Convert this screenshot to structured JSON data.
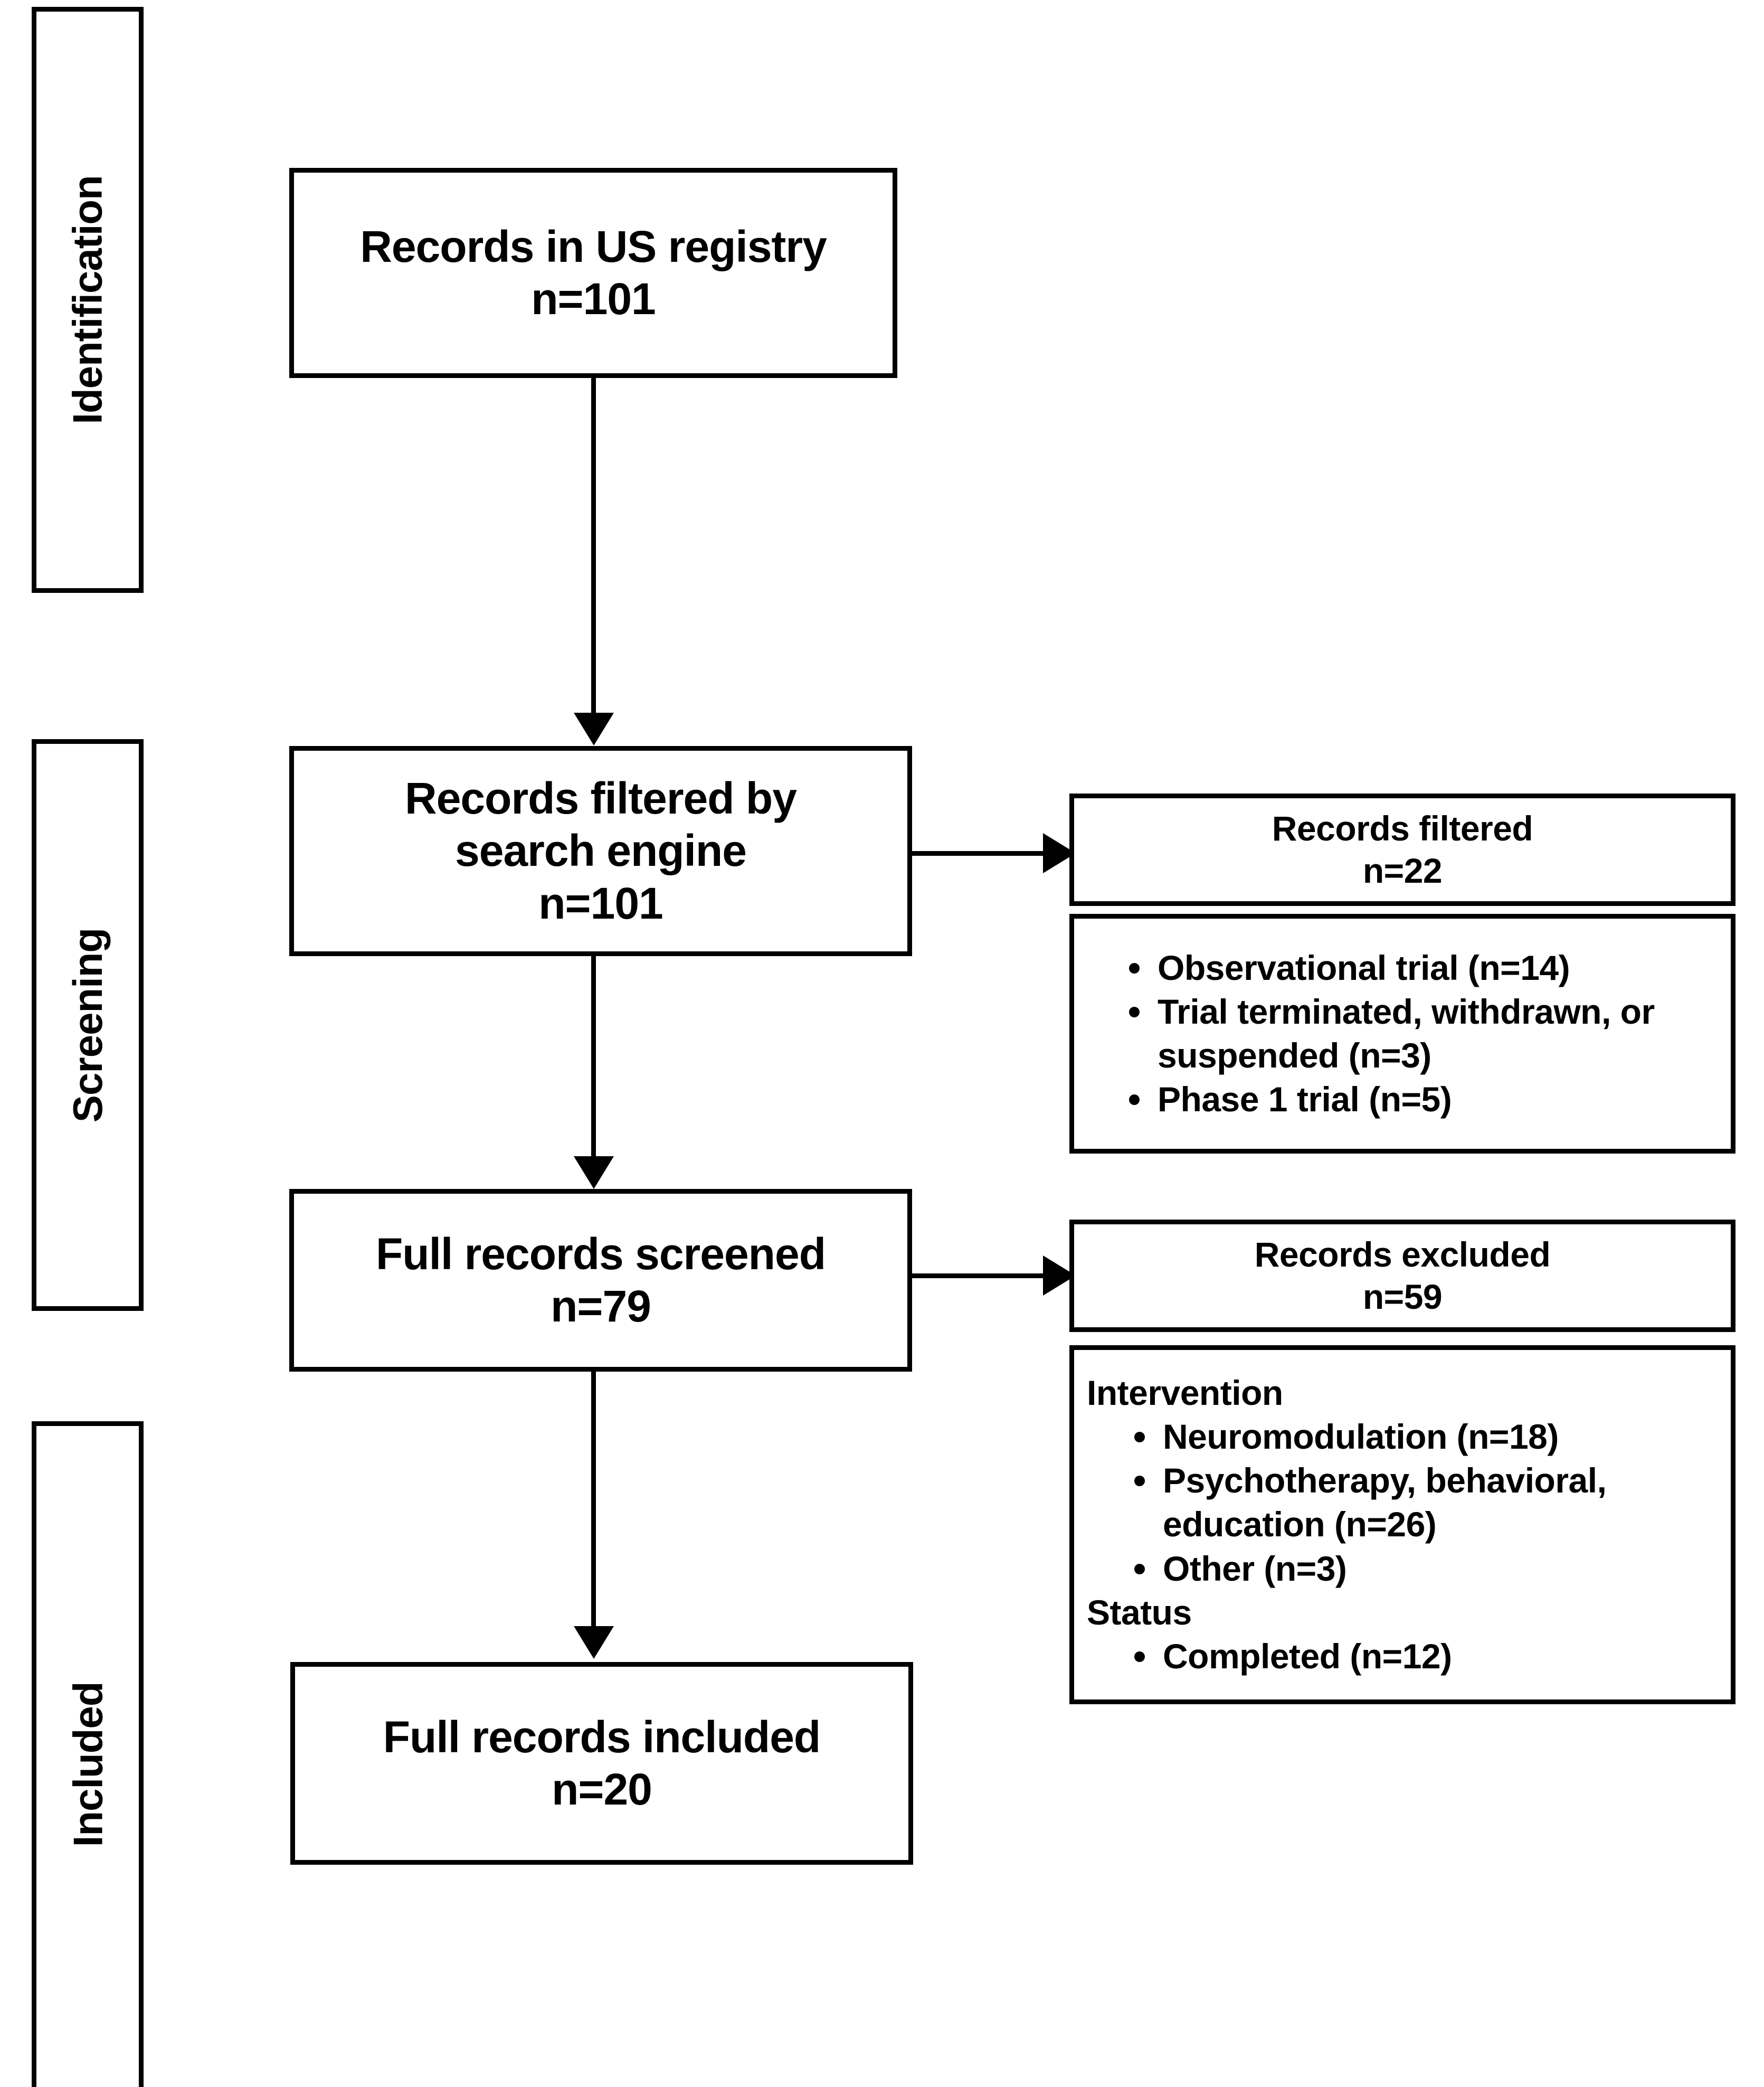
{
  "diagram": {
    "type": "prisma-flow-diagram",
    "stages": [
      {
        "key": "identification",
        "label": "Identification"
      },
      {
        "key": "screening",
        "label": "Screening"
      },
      {
        "key": "included",
        "label": "Included"
      }
    ],
    "main_boxes": [
      {
        "key": "records-in-us-registry",
        "title": "Records in US registry",
        "count": "n=101"
      },
      {
        "key": "records-filtered-by-search-engine",
        "title_line1": "Records filtered by",
        "title_line2": "search engine",
        "count": "n=101"
      },
      {
        "key": "full-records-screened",
        "title": "Full records screened",
        "count": "n=79"
      },
      {
        "key": "full-records-included",
        "title": "Full records included",
        "count": "n=20"
      }
    ],
    "side_boxes": [
      {
        "key": "records-filtered",
        "title": "Records filtered",
        "count": "n=22"
      },
      {
        "key": "records-excluded",
        "title": "Records excluded",
        "count": "n=59"
      }
    ],
    "filtered_reasons": [
      "Observational trial (n=14)",
      "Trial terminated, withdrawn, or suspended (n=3)",
      "Phase 1 trial (n=5)"
    ],
    "excluded_reasons": {
      "intervention_heading": "Intervention",
      "intervention_items": [
        "Neuromodulation (n=18)",
        "Psychotherapy, behavioral, education (n=26)",
        "Other (n=3)"
      ],
      "status_heading": "Status",
      "status_items": [
        "Completed (n=12)"
      ]
    },
    "colors": {
      "stroke": "#000000",
      "fill": "#ffffff",
      "text": "#000000"
    }
  }
}
